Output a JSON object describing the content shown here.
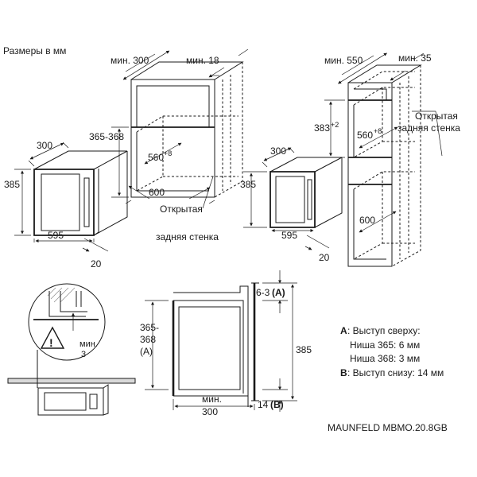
{
  "header": {
    "units_label": "Размеры в мм"
  },
  "cabinet_wall": {
    "min_depth": "мин. 300",
    "min_gap": "мин. 18",
    "opening_height": "365-368",
    "inner_width": "560",
    "inner_width_tol": "+8",
    "outer_width": "600",
    "open_back_note_line1": "Открытая",
    "open_back_note_line2": "задняя стенка"
  },
  "appliance_left": {
    "depth": "300",
    "height": "385",
    "width": "595",
    "front_offset": "20"
  },
  "cabinet_tall": {
    "min_depth": "мин. 550",
    "min_gap": "мин. 35",
    "opening_height": "383",
    "opening_height_tol": "+2",
    "inner_width": "560",
    "inner_width_tol": "+8",
    "outer_width": "600",
    "open_back_note_line1": "Открытая",
    "open_back_note_line2": "задняя стенка"
  },
  "appliance_right": {
    "depth": "300",
    "height": "385",
    "width": "595",
    "front_offset": "20"
  },
  "detail": {
    "min_label": "мин.",
    "min_value": "3"
  },
  "section": {
    "top_protrusion": "6-3",
    "top_protrusion_tag": "(A)",
    "niche_height_1": "365-",
    "niche_height_2": "368",
    "niche_height_tag": "(A)",
    "total_height": "385",
    "min_depth_1": "мин.",
    "min_depth_2": "300",
    "bottom_protrusion": "14",
    "bottom_protrusion_tag": "(B)"
  },
  "legend": {
    "a_key": "A",
    "a_text": ": Выступ сверху:",
    "a_line2": "Ниша 365: 6 мм",
    "a_line3": "Ниша 368: 3 мм",
    "b_key": "B",
    "b_text": ": Выступ снизу: 14 мм"
  },
  "model": {
    "name": "MAUNFELD MBMO.20.8GB"
  }
}
